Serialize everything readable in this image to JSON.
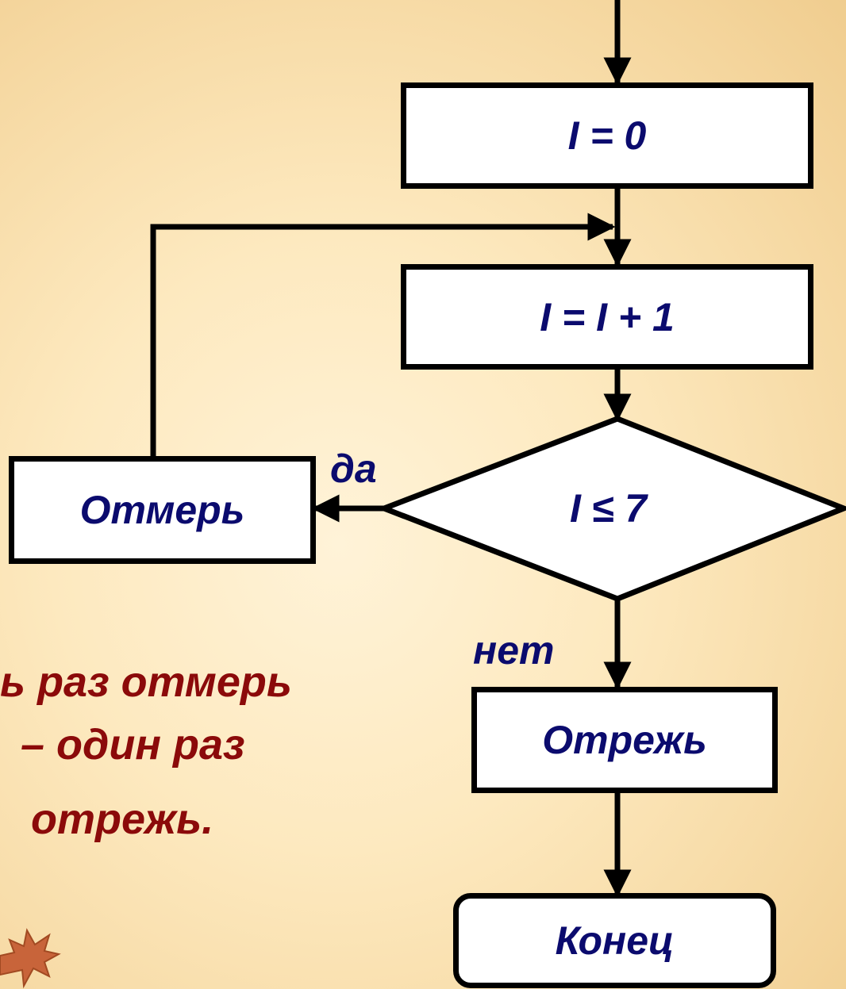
{
  "flowchart": {
    "init_step": "I = 0",
    "increment_step": "I = I + 1",
    "condition": "I ≤ 7",
    "yes_label": "да",
    "no_label": "нет",
    "yes_action": "Отмерь",
    "no_action": "Отрежь",
    "end": "Конец"
  },
  "proverb": {
    "lines": [
      "ь раз отмерь",
      "– один раз",
      "отрежь."
    ]
  },
  "colors": {
    "box_text": "#0b0b6e",
    "proverb_text": "#8b0a0a",
    "leaf": "#c8643a"
  }
}
